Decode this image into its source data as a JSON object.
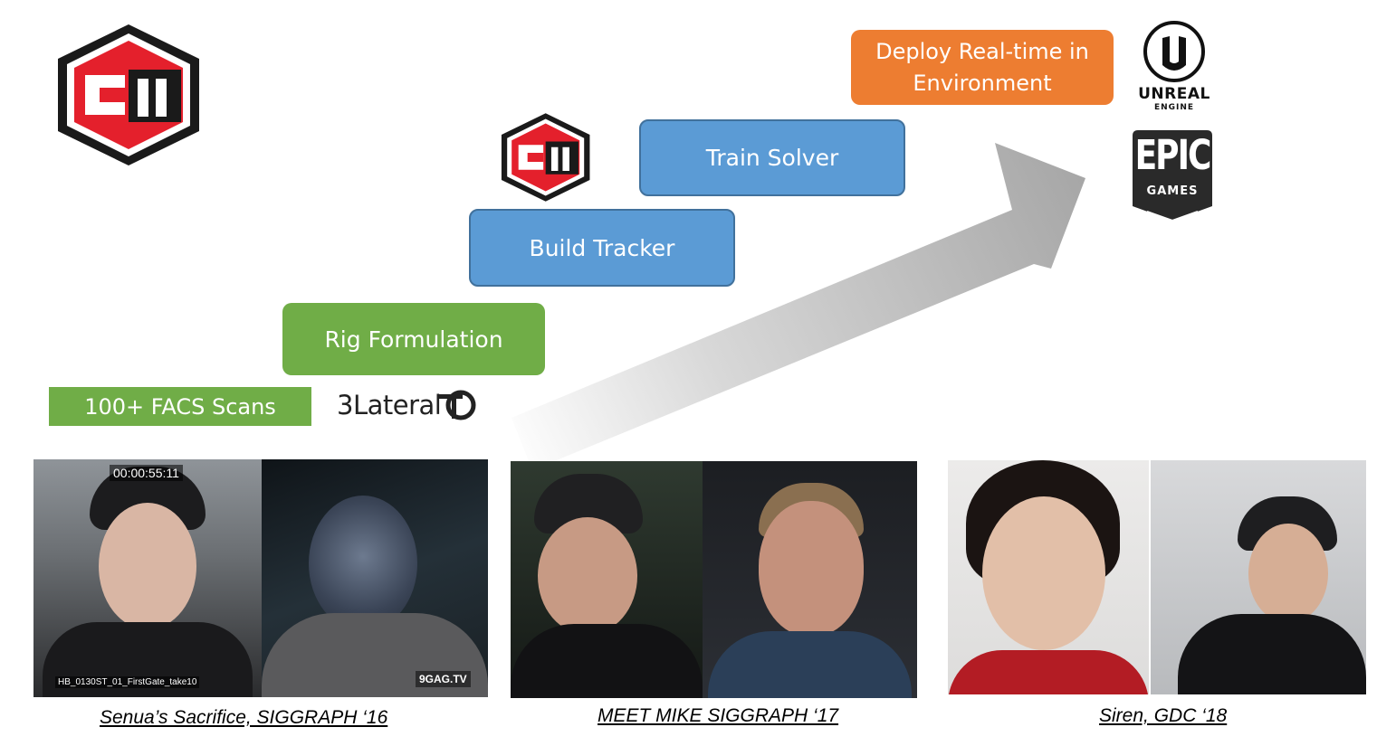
{
  "steps": {
    "facs": "100+ FACS Scans",
    "rig": "Rig Formulation",
    "tracker": "Build Tracker",
    "solver": "Train Solver",
    "deploy_line1": "Deploy Real-time in",
    "deploy_line2": "Environment"
  },
  "logos": {
    "threelateral": "3Lateral",
    "unreal_line1": "UNREAL",
    "unreal_line2": "ENGINE",
    "epic_line1": "EPIC",
    "epic_line2": "GAMES"
  },
  "photos": {
    "timecode": "00:00:55:11",
    "take_label": "HB_0130ST_01_FirstGate_take10",
    "watermark": "9GAG.TV"
  },
  "captions": {
    "senua": "Senua’s Sacrifice, SIGGRAPH ‘16",
    "mike": "MEET MIKE SIGGRAPH ‘17",
    "siren": "Siren, GDC ‘18"
  },
  "colors": {
    "green": "#70ad47",
    "blue": "#5b9bd5",
    "orange": "#ed7d31",
    "cm_red": "#e4202c"
  }
}
